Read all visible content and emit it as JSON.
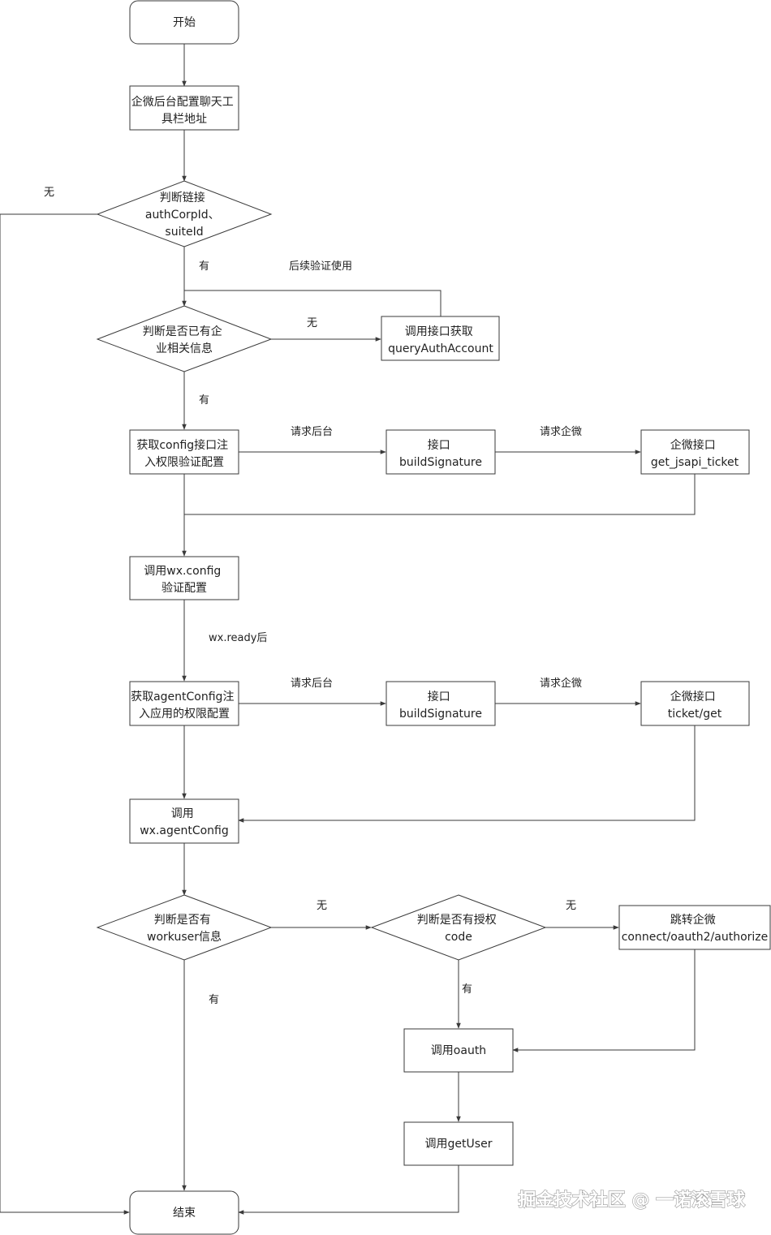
{
  "nodes": {
    "start": [
      "开始"
    ],
    "config_toolbar": [
      "企微后台配置聊天工",
      "具栏地址"
    ],
    "check_link": [
      "判断链接",
      "authCorpId、",
      "suiteId"
    ],
    "check_corp_info": [
      "判断是否已有企",
      "业相关信息"
    ],
    "call_query_auth": [
      "调用接口获取",
      "queryAuthAccount"
    ],
    "get_config": [
      "获取config接口注",
      "入权限验证配置"
    ],
    "build_signature_1": [
      "接口",
      "buildSignature"
    ],
    "jsapi_ticket": [
      "企微接口",
      "get_jsapi_ticket"
    ],
    "wx_config": [
      "调用wx.config",
      "验证配置"
    ],
    "get_agent_config": [
      "获取agentConfig注",
      "入应用的权限配置"
    ],
    "build_signature_2": [
      "接口",
      "buildSignature"
    ],
    "ticket_get": [
      "企微接口",
      "ticket/get"
    ],
    "wx_agent_config": [
      "调用",
      "wx.agentConfig"
    ],
    "check_workuser": [
      "判断是否有",
      "workuser信息"
    ],
    "check_code": [
      "判断是否有授权",
      "code"
    ],
    "redirect_oauth": [
      "跳转企微",
      "connect/oauth2/authorize"
    ],
    "call_oauth": [
      "调用oauth"
    ],
    "call_getuser": [
      "调用getUser"
    ],
    "end": [
      "结束"
    ]
  },
  "edge_labels": {
    "link_none": "无",
    "link_yes": "有",
    "later_verify": "后续验证使用",
    "corp_none": "无",
    "corp_yes": "有",
    "request_backend_1": "请求后台",
    "request_wecom_1": "请求企微",
    "wx_ready": "wx.ready后",
    "request_backend_2": "请求后台",
    "request_wecom_2": "请求企微",
    "workuser_none": "无",
    "code_none": "无",
    "code_yes": "有",
    "workuser_yes": "有"
  },
  "watermark": "掘金技术社区 @ 一诺滚雪球"
}
